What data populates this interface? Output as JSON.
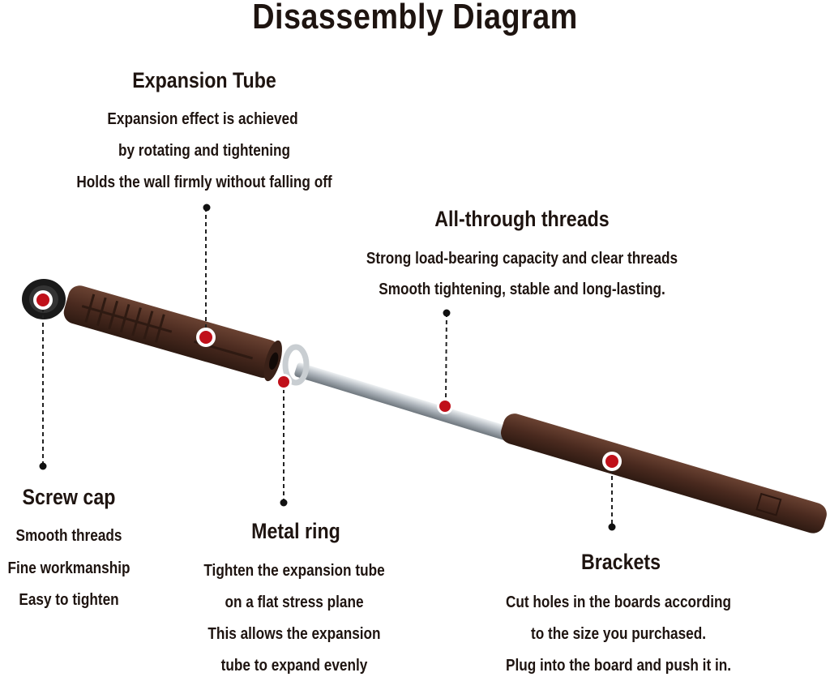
{
  "title": "Disassembly Diagram",
  "parts": {
    "expansion_tube": {
      "heading": "Expansion Tube",
      "lines": [
        "Expansion effect is achieved",
        "by rotating and tightening",
        "Holds the wall firmly without falling off"
      ]
    },
    "threads": {
      "heading": "All-through threads",
      "lines": [
        "Strong load-bearing capacity and clear threads",
        "Smooth tightening, stable and long-lasting."
      ]
    },
    "screw_cap": {
      "heading": "Screw cap",
      "lines": [
        "Smooth threads",
        "Fine workmanship",
        "Easy to tighten"
      ]
    },
    "metal_ring": {
      "heading": "Metal ring",
      "lines": [
        "Tighten the expansion tube",
        "on a flat stress plane",
        "This allows the expansion",
        "tube to expand evenly"
      ]
    },
    "brackets": {
      "heading": "Brackets",
      "lines": [
        "Cut holes in the boards according",
        "to the size you purchased.",
        "Plug into the board and push it in."
      ]
    }
  },
  "colors": {
    "text": "#1e1410",
    "brown": "#4a2a1f",
    "marker": "#c0101a",
    "rod": "#b8bec4"
  }
}
